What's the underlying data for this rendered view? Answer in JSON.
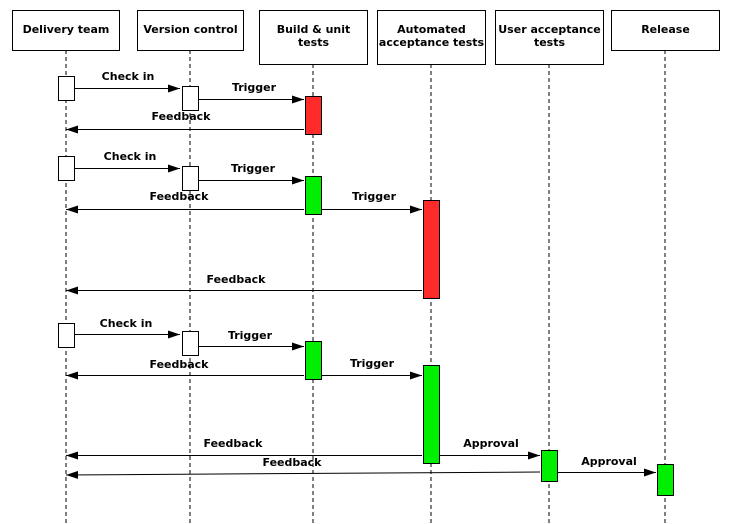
{
  "colors": {
    "failed": "#ff2a2a",
    "passed": "#00ee00",
    "neutral": "#ffffff"
  },
  "participants": [
    {
      "id": "delivery-team",
      "label": [
        "Delivery team"
      ]
    },
    {
      "id": "version-control",
      "label": [
        "Version control"
      ]
    },
    {
      "id": "build-unit-tests",
      "label": [
        "Build & unit",
        "tests"
      ]
    },
    {
      "id": "automated-acceptance-tests",
      "label": [
        "Automated",
        "acceptance tests"
      ]
    },
    {
      "id": "user-acceptance-tests",
      "label": [
        "User acceptance",
        "tests"
      ]
    },
    {
      "id": "release",
      "label": [
        "Release"
      ]
    }
  ],
  "activations": [
    {
      "participant": "delivery-team",
      "status": "neutral"
    },
    {
      "participant": "version-control",
      "status": "neutral"
    },
    {
      "participant": "build-unit-tests",
      "status": "failed"
    },
    {
      "participant": "delivery-team",
      "status": "neutral"
    },
    {
      "participant": "version-control",
      "status": "neutral"
    },
    {
      "participant": "build-unit-tests",
      "status": "passed"
    },
    {
      "participant": "automated-acceptance-tests",
      "status": "failed"
    },
    {
      "participant": "delivery-team",
      "status": "neutral"
    },
    {
      "participant": "version-control",
      "status": "neutral"
    },
    {
      "participant": "build-unit-tests",
      "status": "passed"
    },
    {
      "participant": "automated-acceptance-tests",
      "status": "passed"
    },
    {
      "participant": "user-acceptance-tests",
      "status": "passed"
    },
    {
      "participant": "release",
      "status": "passed"
    }
  ],
  "messages": [
    {
      "label": "Check in",
      "from": "delivery-team",
      "to": "version-control"
    },
    {
      "label": "Trigger",
      "from": "version-control",
      "to": "build-unit-tests"
    },
    {
      "label": "Feedback",
      "from": "build-unit-tests",
      "to": "delivery-team"
    },
    {
      "label": "Check in",
      "from": "delivery-team",
      "to": "version-control"
    },
    {
      "label": "Trigger",
      "from": "version-control",
      "to": "build-unit-tests"
    },
    {
      "label": "Feedback",
      "from": "build-unit-tests",
      "to": "delivery-team"
    },
    {
      "label": "Trigger",
      "from": "build-unit-tests",
      "to": "automated-acceptance-tests"
    },
    {
      "label": "Feedback",
      "from": "automated-acceptance-tests",
      "to": "delivery-team"
    },
    {
      "label": "Check in",
      "from": "delivery-team",
      "to": "version-control"
    },
    {
      "label": "Trigger",
      "from": "version-control",
      "to": "build-unit-tests"
    },
    {
      "label": "Feedback",
      "from": "build-unit-tests",
      "to": "delivery-team"
    },
    {
      "label": "Trigger",
      "from": "build-unit-tests",
      "to": "automated-acceptance-tests"
    },
    {
      "label": "Feedback",
      "from": "automated-acceptance-tests",
      "to": "delivery-team"
    },
    {
      "label": "Approval",
      "from": "automated-acceptance-tests",
      "to": "user-acceptance-tests"
    },
    {
      "label": "Feedback",
      "from": "user-acceptance-tests",
      "to": "delivery-team"
    },
    {
      "label": "Approval",
      "from": "user-acceptance-tests",
      "to": "release"
    }
  ]
}
